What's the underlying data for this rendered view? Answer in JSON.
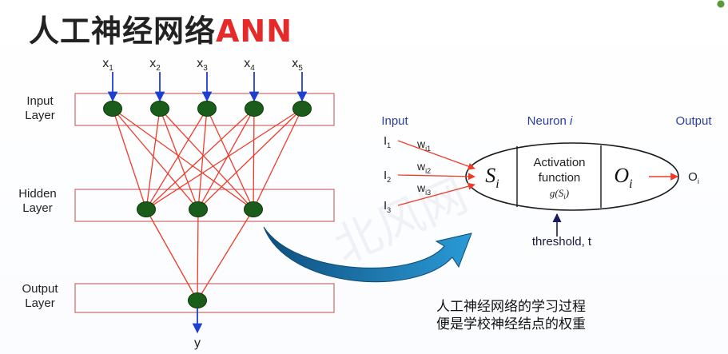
{
  "title": {
    "main": "人工神经网络",
    "accent": "ANN"
  },
  "network": {
    "layers": [
      {
        "name": "Input",
        "label_lines": [
          "Input",
          "Layer"
        ],
        "node_count": 5
      },
      {
        "name": "Hidden",
        "label_lines": [
          "Hidden",
          "Layer"
        ],
        "node_count": 3
      },
      {
        "name": "Output",
        "label_lines": [
          "Output",
          "Layer"
        ],
        "node_count": 1
      }
    ],
    "inputs": [
      {
        "base": "x",
        "sub": "1"
      },
      {
        "base": "x",
        "sub": "2"
      },
      {
        "base": "x",
        "sub": "3"
      },
      {
        "base": "x",
        "sub": "4"
      },
      {
        "base": "x",
        "sub": "5"
      }
    ],
    "output": "y"
  },
  "neuron": {
    "headers": {
      "input": "Input",
      "neuron": "Neuron",
      "neuron_index": "i",
      "output": "Output"
    },
    "inputs": [
      {
        "base": "I",
        "sub": "1"
      },
      {
        "base": "I",
        "sub": "2"
      },
      {
        "base": "I",
        "sub": "3"
      }
    ],
    "weights": [
      {
        "base": "w",
        "sub": "i1"
      },
      {
        "base": "w",
        "sub": "i2"
      },
      {
        "base": "w",
        "sub": "i3"
      }
    ],
    "sum": {
      "base": "S",
      "sub": "i"
    },
    "activation_lines": [
      "Activation",
      "function"
    ],
    "activation_formula": {
      "func": "g(",
      "base": "S",
      "sub": "i",
      "close": ")"
    },
    "out": {
      "base": "O",
      "sub": "i"
    },
    "result": {
      "base": "O",
      "sub": "i"
    },
    "threshold": "threshold, t"
  },
  "caption": {
    "lines": [
      "人工神经网络的学习过程",
      "便是学校神经结点的权重"
    ]
  },
  "colors": {
    "node_fill": "#1a5c1a",
    "edge": "#ee3b2b",
    "arrow_blue": "#1f3fd0",
    "box_stroke": "#c96a6a",
    "sweep_arrow": "#1f6fa6",
    "title_accent": "#e62a2a",
    "header_blue": "#2a3f99"
  }
}
